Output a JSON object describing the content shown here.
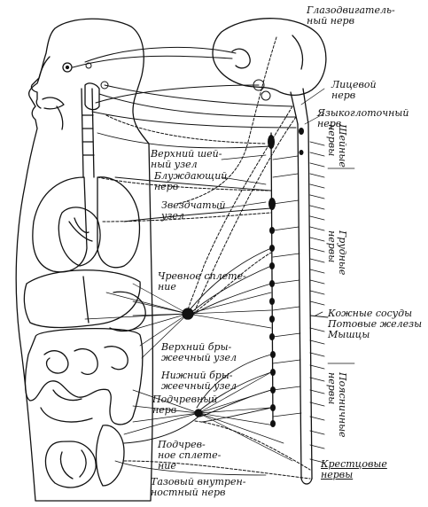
{
  "labels": {
    "oculomotor_nerve": "Глазодвигатель-\nный нерв",
    "facial_nerve": "Лицевой\nнерв",
    "glossopharyngeal_nerve": "Языкоглоточный\nнерв",
    "superior_cervical_ganglion": "Верхний шей-\nный узел",
    "vagus_nerve": "Блуждающий\nнерв",
    "stellate_ganglion": "Звездчатый\nузел",
    "celiac_plexus": "Чревное сплете-\nние",
    "skin_vessels": "Кожные сосуды\nПотовые железы\nМышцы",
    "superior_mesenteric_ganglion": "Верхний бры-\nжеечный узел",
    "inferior_mesenteric_ganglion": "Нижний бры-\nжеечный узел",
    "hypogastric_nerve": "Подчревный\nнерв",
    "hypogastric_plexus": "Подчрев-\nное сплете-\nние",
    "pelvic_splanchnic_nerve": "Тазовый внутрен-\nностный нерв",
    "sacral_nerves": "Крестцовые\nнервы"
  },
  "vertical_labels": {
    "cervical_nerves": "Шейные\nнервы",
    "thoracic_nerves": "Грудные\nнервы",
    "lumbar_nerves": "Поясничные\nнервы"
  },
  "colors": {
    "ink": "#111111",
    "paper": "#ffffff"
  }
}
